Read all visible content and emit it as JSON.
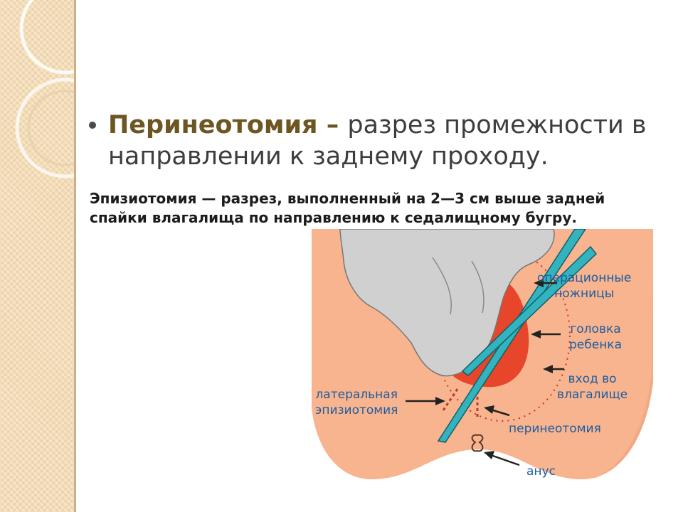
{
  "slide": {
    "bullet": {
      "term": "Перинеотомия",
      "dash": " – ",
      "definition": "разрез промежности в направлении к заднему проходу."
    },
    "episiotomy_text": "Эпизиотомия — разрез, выполненный на 2—3 см выше задней спайки влагалища по направлению к седалищному бугру."
  },
  "figure": {
    "labels": {
      "scissors_line1": "операционные",
      "scissors_line2": "ножницы",
      "head_line1": "головка",
      "head_line2": "ребенка",
      "entrance_line1": "вход во",
      "entrance_line2": "влагалище",
      "lateral_line1": "латеральная",
      "lateral_line2": "эпизиотомия",
      "perineotomy": "перинеотомия",
      "anus": "анус"
    },
    "colors": {
      "skin": "#f8b48e",
      "head": "#e8462a",
      "glove": "#d0d0d0",
      "scissors": "#33b3bd",
      "label": "#1d5da0",
      "incision": "#c0392b"
    }
  }
}
